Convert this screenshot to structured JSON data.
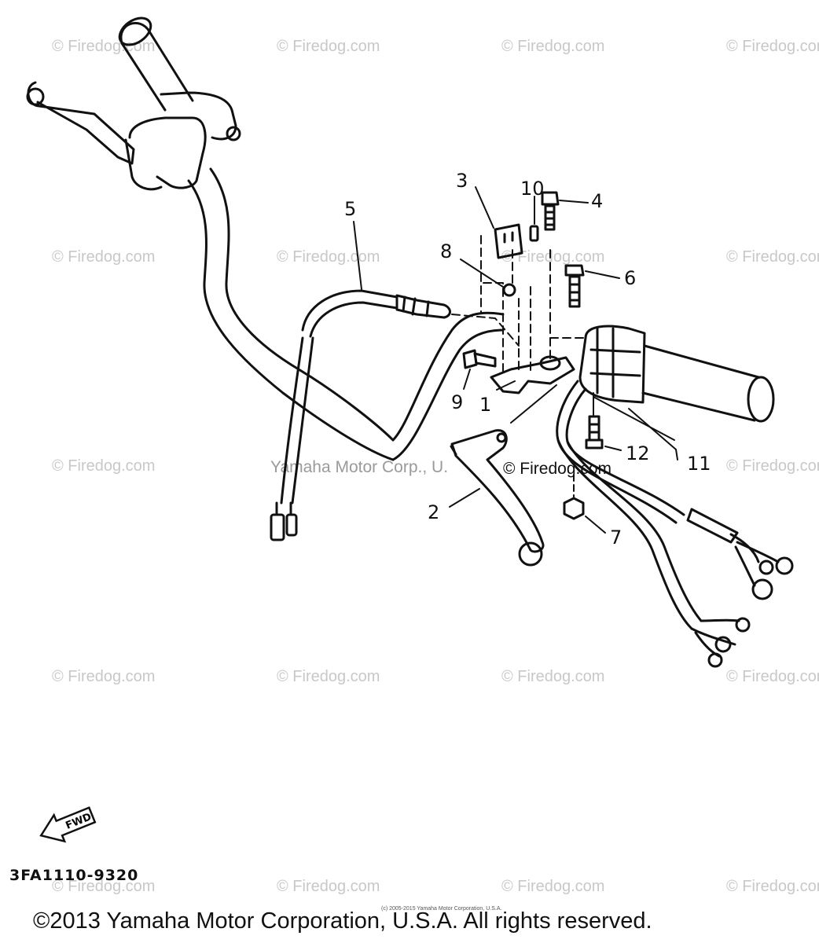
{
  "watermark": "© Firedog.com",
  "center_watermark": "Yamaha Motor Corp., U.",
  "center_firedog": "© Firedog.com",
  "callouts": {
    "c1": "1",
    "c2": "2",
    "c3": "3",
    "c4": "4",
    "c5": "5",
    "c6": "6",
    "c7": "7",
    "c8": "8",
    "c9": "9",
    "c10": "10",
    "c11": "11",
    "c12": "12"
  },
  "fwd_label": "FWD",
  "part_code": "3FA1110-9320",
  "fine_print": "(c) 2005-2015 Yamaha Motor Corporation, U.S.A.",
  "copyright": "©2013 Yamaha Motor Corporation, U.S.A. All rights reserved."
}
